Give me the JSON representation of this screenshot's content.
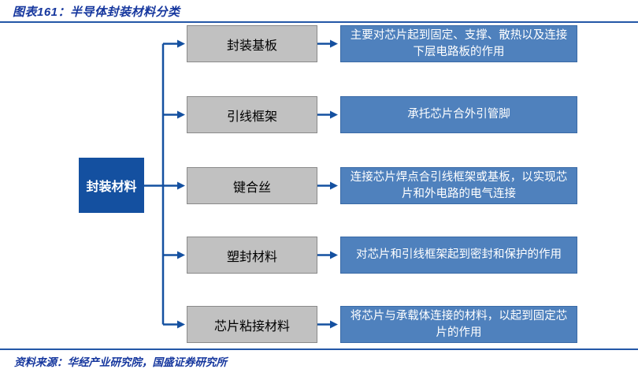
{
  "header": {
    "title": "图表161：半导体封装材料分类"
  },
  "footer": {
    "source": "资料来源：华经产业研究院，国盛证券研究所"
  },
  "diagram": {
    "type": "flowchart",
    "root": {
      "label": "封装材料"
    },
    "rows": [
      {
        "category": "封装基板",
        "description": "主要对芯片起到固定、支撑、散热以及连接下层电路板的作用"
      },
      {
        "category": "引线框架",
        "description": "承托芯片合外引管脚"
      },
      {
        "category": "键合丝",
        "description": "连接芯片焊点合引线框架或基板，以实现芯片和外电路的电气连接"
      },
      {
        "category": "塑封材料",
        "description": "对芯片和引线框架起到密封和保护的作用"
      },
      {
        "category": "芯片粘接材料",
        "description": "将芯片与承载体连接的材料，以起到固定芯片的作用"
      }
    ]
  },
  "colors": {
    "root_box": "#1450a0",
    "category_box": "#c1c1c1",
    "description_box": "#4f81bd",
    "connector": "#1450a0",
    "title_text": "#16379e",
    "separator_rule": "#2457a7"
  }
}
